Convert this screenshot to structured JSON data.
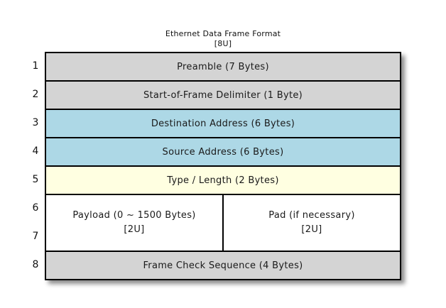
{
  "title": {
    "heading": "Ethernet Data Frame Format",
    "subheading": "[8U]"
  },
  "colors": {
    "gray": "#d4d4d4",
    "blue": "#add8e6",
    "yellow": "#ffffe1",
    "white": "#ffffff",
    "border": "#000000"
  },
  "row_numbers": [
    "1",
    "2",
    "3",
    "4",
    "5",
    "6",
    "7",
    "8"
  ],
  "rows": [
    {
      "label": "Preamble (7 Bytes)",
      "fill": "gray",
      "units": 1
    },
    {
      "label": "Start-of-Frame Delimiter (1 Byte)",
      "fill": "gray",
      "units": 1
    },
    {
      "label": "Destination Address (6 Bytes)",
      "fill": "blue",
      "units": 1
    },
    {
      "label": "Source Address (6 Bytes)",
      "fill": "blue",
      "units": 1
    },
    {
      "label": "Type / Length (2 Bytes)",
      "fill": "yellow",
      "units": 1
    },
    {
      "fill": "white",
      "units": 2,
      "cells": [
        {
          "line1": "Payload (0 ~ 1500 Bytes)",
          "line2": "[2U]"
        },
        {
          "line1": "Pad (if necessary)",
          "line2": "[2U]"
        }
      ]
    },
    {
      "label": "Frame Check Sequence (4 Bytes)",
      "fill": "gray",
      "units": 1
    }
  ]
}
